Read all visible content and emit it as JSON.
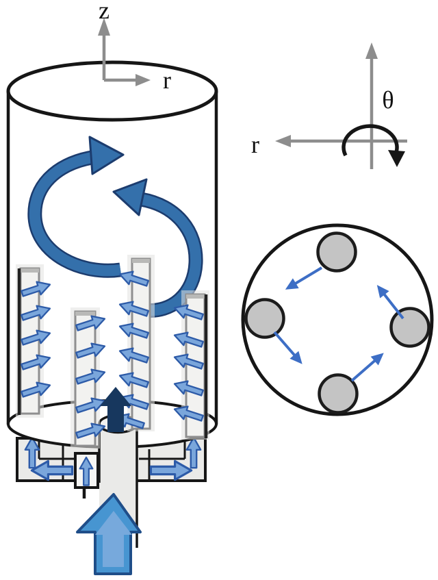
{
  "labels": {
    "z_axis": "z",
    "r_axis_side": "r",
    "theta_axis": "θ",
    "r_axis_top": "r"
  },
  "colors": {
    "ink": "#161616",
    "axis-gray": "#8d8d8d",
    "swirl-fill": "#3470ab",
    "swirl-edge": "#1c3c6e",
    "jet-fill": "#7aa6db",
    "jet-edge": "#2d5ba8",
    "navy-arrow": "#17375e",
    "inlet-fill": "#4795d1",
    "inlet-edge": "#1f4e89",
    "inlet-highlight": "#7cabdd",
    "rod-fill": "#f2f2f0",
    "rod-edge": "#8f8f8f",
    "rod-cap": "#b9b9b7",
    "halo": "#e2e2e0",
    "metal": "#eaeae8",
    "sparger-gray": "#c4c4c4",
    "tv-arrow": "#3d6ec5"
  },
  "diagram": {
    "description": "Cylindrical column side view with four vertical sparger rods emitting small tangential jets, two large swirling-flow arrows, bottom cross distributor fed by a large upward inlet arrow; at right a cylindrical coordinate convention (r, θ, z) with clockwise rotation arrow and a top view of the four rods with counterclockwise tangential jets",
    "side_view": {
      "sparger_rod_count": 4,
      "left_rod_jet_direction": "up-right",
      "right_rod_jet_direction": "up-left",
      "swirl_arrow_count": 2,
      "center_arrow": "dark navy upward arrow above draft tube",
      "inlet_arrow": "large light-blue upward arrow at bottom center"
    },
    "top_view": {
      "rod_count": 4,
      "jet_pattern": "tangential counterclockwise"
    }
  },
  "icons": [
    "z-axis-arrow-icon",
    "r-axis-arrow-icon",
    "theta-rotation-arrow-icon",
    "swirl-arrow-icon",
    "jet-arrow-icon",
    "inlet-arrow-icon",
    "sparger-rod-icon",
    "tangential-arrow-icon"
  ]
}
